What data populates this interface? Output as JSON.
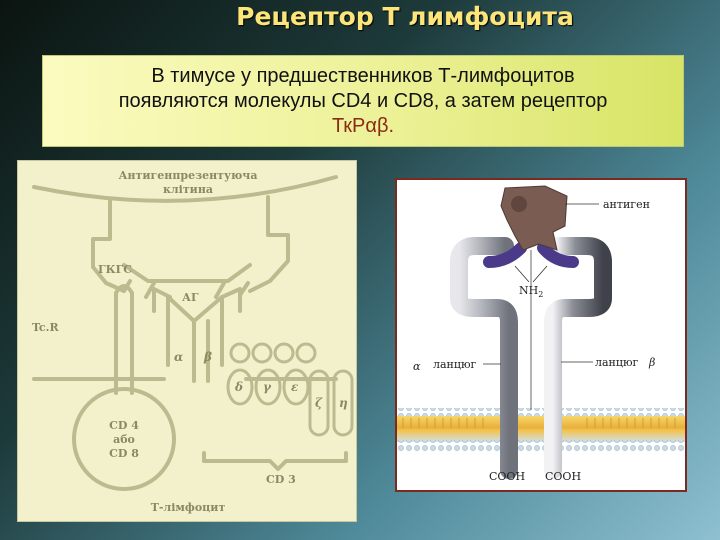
{
  "title": "Рецептор Т лимфоцита",
  "caption": {
    "line1": "В тимусе у предшественников Т-лимфоцитов",
    "line2": "появляются молекулы CD4 и CD8, а затем рецептор",
    "line3": "ТкРαβ."
  },
  "left_diagram": {
    "apc_line1": "Антигенпрезентуюча",
    "apc_line2": "клітина",
    "mhc": "ГКГС",
    "ag": "АГ",
    "tcr": "Tc.R",
    "alpha": "α",
    "beta": "β",
    "delta": "δ",
    "gamma": "γ",
    "epsilon": "ε",
    "zeta": "ζ",
    "eta": "η",
    "cd4": "CD 4",
    "or": "або",
    "cd8": "CD 8",
    "cd3": "CD 3",
    "tcell": "Т-лімфоцит"
  },
  "right_diagram": {
    "antigen": "антиген",
    "nh2": "NH",
    "nh2_sub": "2",
    "alpha": "α",
    "chain_left": "ланцюг",
    "chain_right": "ланцюг",
    "beta": "β",
    "cooh_left": "COOH",
    "cooh_right": "COOH"
  },
  "colors": {
    "title": "#fde57a",
    "caption_highlight": "#8a2b18",
    "sketch": "#bcbb8f",
    "antigen": "#7a5c52",
    "variable_region": "#4b3a8a",
    "membrane": "#f1c84a",
    "panel_border": "#7a2a1e"
  }
}
